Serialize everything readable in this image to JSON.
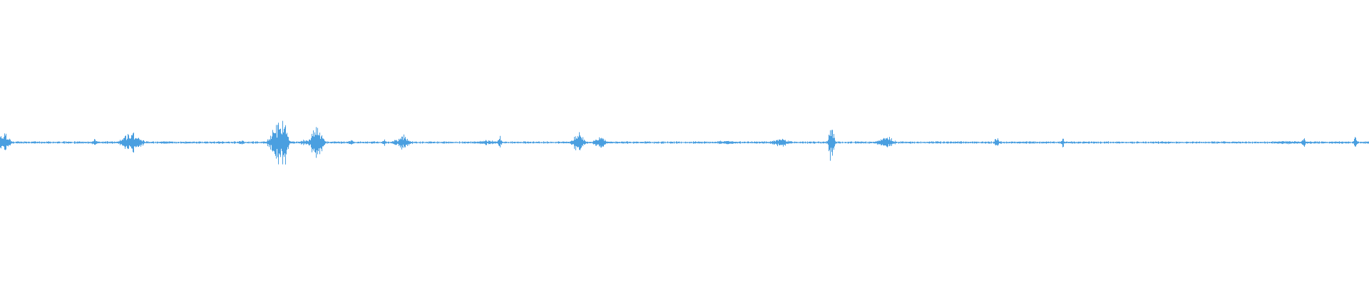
{
  "waveform": {
    "color": "#4a9fe0",
    "background": "#ffffff",
    "baseline_amplitude": 0.006,
    "bursts": [
      {
        "position": 0.003,
        "amplitude": 0.06,
        "width": 0.003
      },
      {
        "position": 0.069,
        "amplitude": 0.025,
        "width": 0.0015
      },
      {
        "position": 0.078,
        "amplitude": 0.01,
        "width": 0.002
      },
      {
        "position": 0.096,
        "amplitude": 0.07,
        "width": 0.005
      },
      {
        "position": 0.12,
        "amplitude": 0.01,
        "width": 0.003
      },
      {
        "position": 0.176,
        "amplitude": 0.012,
        "width": 0.002
      },
      {
        "position": 0.203,
        "amplitude": 0.13,
        "width": 0.004
      },
      {
        "position": 0.207,
        "amplitude": 0.16,
        "width": 0.002
      },
      {
        "position": 0.222,
        "amplitude": 0.02,
        "width": 0.002
      },
      {
        "position": 0.231,
        "amplitude": 0.11,
        "width": 0.003
      },
      {
        "position": 0.256,
        "amplitude": 0.015,
        "width": 0.002
      },
      {
        "position": 0.28,
        "amplitude": 0.03,
        "width": 0.001
      },
      {
        "position": 0.294,
        "amplitude": 0.045,
        "width": 0.004
      },
      {
        "position": 0.355,
        "amplitude": 0.015,
        "width": 0.006
      },
      {
        "position": 0.365,
        "amplitude": 0.04,
        "width": 0.001
      },
      {
        "position": 0.422,
        "amplitude": 0.06,
        "width": 0.003
      },
      {
        "position": 0.438,
        "amplitude": 0.035,
        "width": 0.003
      },
      {
        "position": 0.53,
        "amplitude": 0.012,
        "width": 0.006
      },
      {
        "position": 0.57,
        "amplitude": 0.025,
        "width": 0.005
      },
      {
        "position": 0.607,
        "amplitude": 0.12,
        "width": 0.0015
      },
      {
        "position": 0.647,
        "amplitude": 0.045,
        "width": 0.004
      },
      {
        "position": 0.728,
        "amplitude": 0.035,
        "width": 0.0015
      },
      {
        "position": 0.776,
        "amplitude": 0.035,
        "width": 0.001
      },
      {
        "position": 0.94,
        "amplitude": 0.01,
        "width": 0.01
      },
      {
        "position": 0.952,
        "amplitude": 0.04,
        "width": 0.001
      },
      {
        "position": 0.99,
        "amplitude": 0.035,
        "width": 0.001
      }
    ]
  }
}
